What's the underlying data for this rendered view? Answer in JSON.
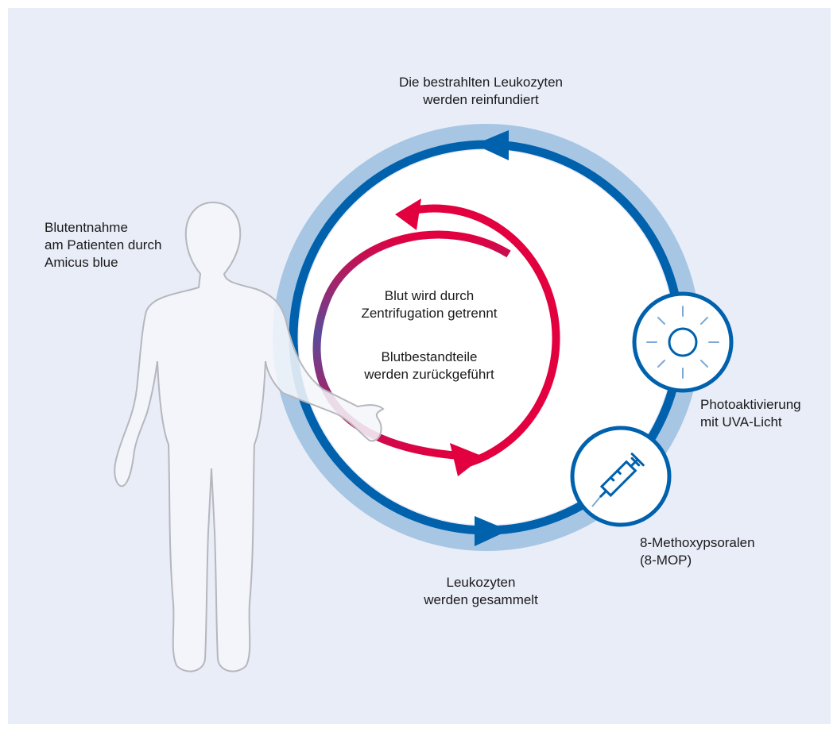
{
  "labels": {
    "reinfusion": [
      "Die bestrahlten Leukozyten",
      "werden reinfundiert"
    ],
    "blood_draw": [
      "Blutentnahme",
      "am Patienten durch",
      "Amicus blue"
    ],
    "separation": [
      "Blut wird durch",
      "Zentrifugation getrennt"
    ],
    "return": [
      "Blutbestandteile",
      "werden zurückgeführt"
    ],
    "photoactivation": [
      "Photoaktivierung",
      "mit UVA-Licht"
    ],
    "methoxypsoralen": [
      "8-Methoxypsoralen",
      "(8-MOP)"
    ],
    "collection": [
      "Leukozyten",
      "werden gesammelt"
    ]
  },
  "icons": {
    "sun": "sun-icon",
    "syringe": "syringe-icon",
    "patient": "human-figure-icon"
  },
  "colors": {
    "background": "#e9edf8",
    "outer_ring": "#a6c6e4",
    "blue_circuit": "#0061ad",
    "red_circuit": "#e2003f",
    "figure_fill": "#f4f6fb",
    "figure_stroke": "#b5b7bd"
  }
}
